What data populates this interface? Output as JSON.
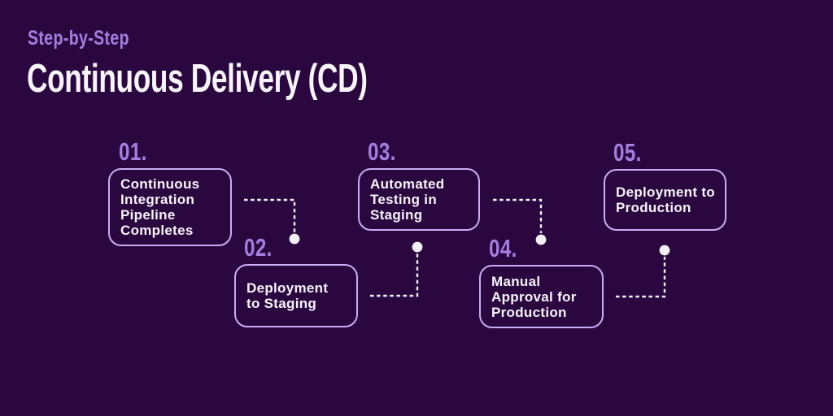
{
  "header": {
    "eyebrow": "Step-by-Step",
    "title": "Continuous Delivery (CD)"
  },
  "steps": [
    {
      "number": "01.",
      "title": "Continuous\nIntegration\nPipeline\nCompletes"
    },
    {
      "number": "02.",
      "title": "Deployment\nto Staging"
    },
    {
      "number": "03.",
      "title": "Automated\nTesting in\nStaging"
    },
    {
      "number": "04.",
      "title": "Manual\nApproval for\nProduction"
    },
    {
      "number": "05.",
      "title": "Deployment to\nProduction"
    }
  ],
  "colors": {
    "background": "#2b0740",
    "accent": "#a77de0",
    "box_border": "#c9adf2",
    "text_white": "#f7f4fa",
    "connector_white": "#f4f0f8"
  }
}
